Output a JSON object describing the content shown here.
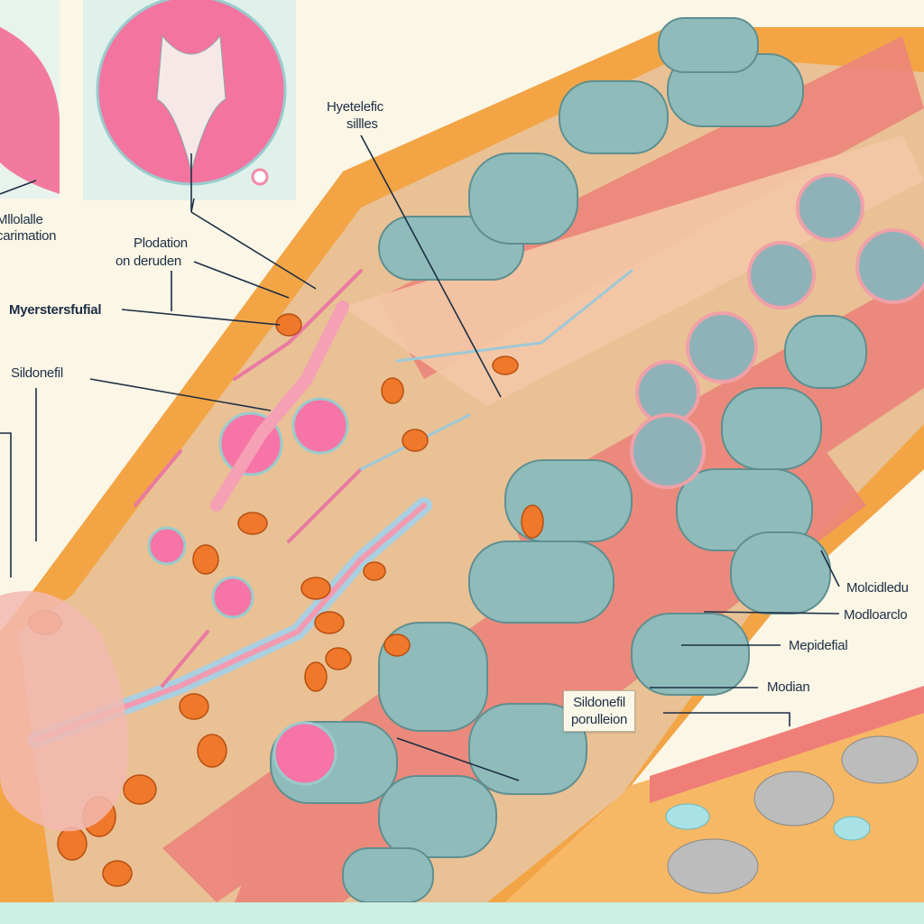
{
  "labels": {
    "top_left": [
      "Mllolalle",
      "carimation"
    ],
    "plodation": [
      "Plodation",
      "on deruden"
    ],
    "myerstersfufial": "Myerstersfufial",
    "sildonefil_left": "Sildonefil",
    "hyetelefic": [
      "Hyetelefic",
      "sillles"
    ],
    "molcidledu": "Molcidledu",
    "modloarclo": "Modloarclo",
    "mepidefial": "Mepidefial",
    "modian": "Modian",
    "sildonefil_box": [
      "Sildonefil",
      "porulleion"
    ]
  },
  "colors": {
    "background": "#fbf6e6",
    "border": "#cdeee3",
    "tissue_pink": "#f48aa8",
    "muscle_red": "#ea7a72",
    "band_orange": "#f4a340",
    "vessel_teal": "#8fb9b8",
    "text": "#1d2f45"
  }
}
